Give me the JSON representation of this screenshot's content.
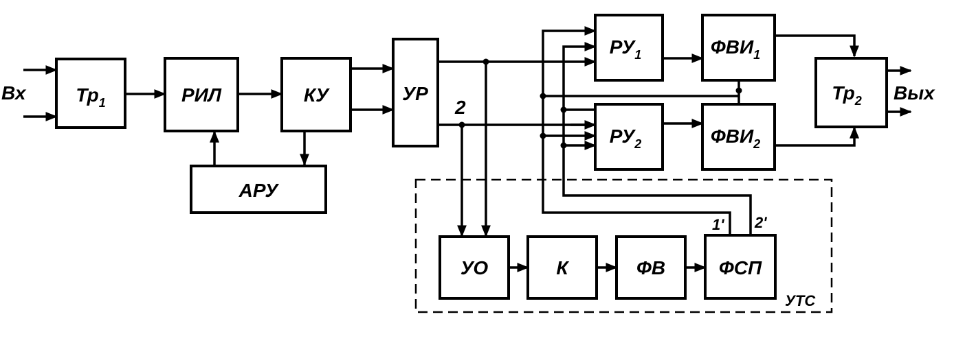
{
  "diagram": {
    "input_label": "Вх",
    "output_label": "Вых",
    "blocks": {
      "tr1": {
        "text": "Тр",
        "sub": "1"
      },
      "ril": {
        "text": "РИЛ"
      },
      "ku": {
        "text": "КУ"
      },
      "aru": {
        "text": "АРУ"
      },
      "ur": {
        "text": "УР"
      },
      "ru1": {
        "text": "РУ",
        "sub": "1"
      },
      "ru2": {
        "text": "РУ",
        "sub": "2"
      },
      "fvi1": {
        "text": "ФВИ",
        "sub": "1"
      },
      "fvi2": {
        "text": "ФВИ",
        "sub": "2"
      },
      "tr2": {
        "text": "Тр",
        "sub": "2"
      },
      "uo": {
        "text": "УО"
      },
      "k": {
        "text": "К"
      },
      "fv": {
        "text": "ФВ"
      },
      "fsp": {
        "text": "ФСП"
      }
    },
    "group_label": "УТС",
    "node_labels": {
      "n2": "2",
      "n1p": "1'",
      "n2p": "2'"
    }
  }
}
